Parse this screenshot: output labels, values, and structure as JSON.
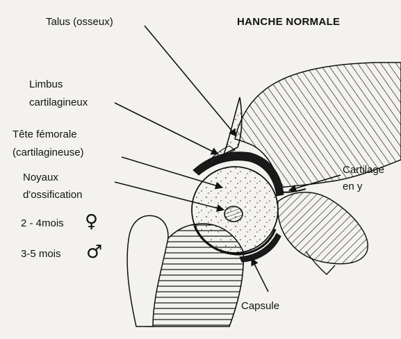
{
  "title": "HANCHE NORMALE",
  "labels": {
    "talus": "Talus (osseux)",
    "limbus_line1": "Limbus",
    "limbus_line2": "cartilagineux",
    "tete_line1": "Tête fémorale",
    "tete_line2": "(cartilagineuse)",
    "noyaux_line1": "Noyaux",
    "noyaux_line2": "d'ossification",
    "cartilage_line1": "Cartilage",
    "cartilage_line2": "en y",
    "capsule": "Capsule"
  },
  "ossification_ages": [
    {
      "age": "2 - 4mois",
      "symbol": "♀"
    },
    {
      "age": "3-5 mois",
      "symbol": "♂"
    }
  ],
  "colors": {
    "ink": "#111111",
    "paper": "#f3f2ee"
  }
}
